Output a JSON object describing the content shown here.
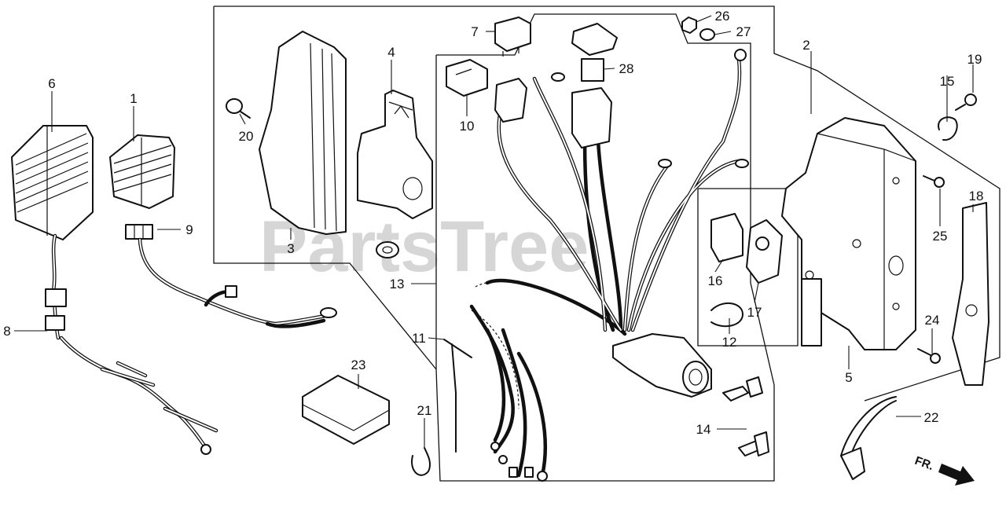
{
  "watermark": "PartsTree",
  "direction_label": "FR.",
  "callouts": {
    "p1": "1",
    "p2": "2",
    "p3": "3",
    "p4": "4",
    "p5": "5",
    "p6": "6",
    "p7": "7",
    "p8": "8",
    "p9": "9",
    "p10": "10",
    "p11": "11",
    "p12": "12",
    "p13": "13",
    "p14": "14",
    "p15": "15",
    "p16": "16",
    "p17": "17",
    "p18": "18",
    "p19": "19",
    "p20": "20",
    "p21": "21",
    "p22": "22",
    "p23": "23",
    "p24": "24",
    "p25": "25",
    "p26": "26",
    "p27": "27",
    "p28": "28"
  }
}
